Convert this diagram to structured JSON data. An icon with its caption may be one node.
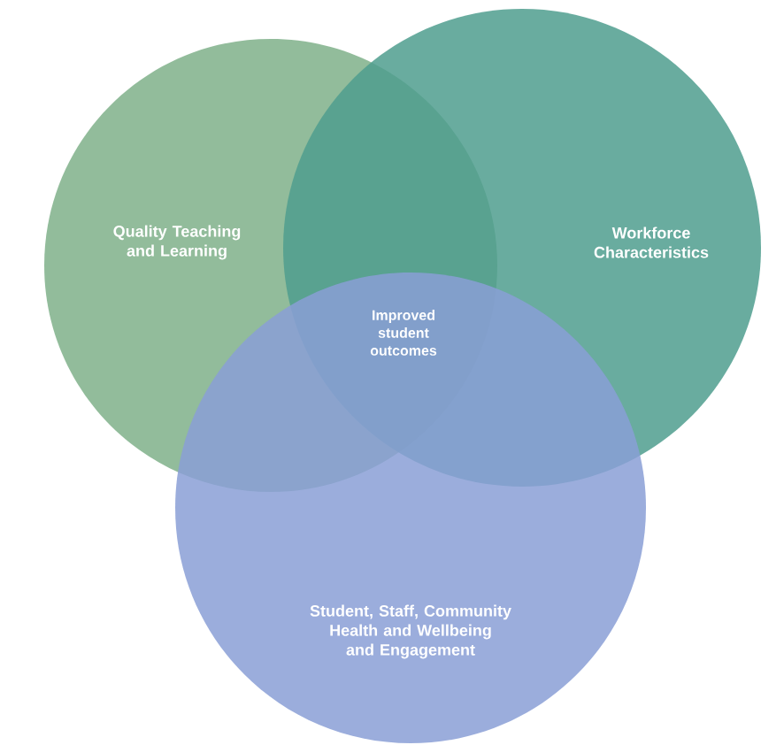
{
  "diagram": {
    "nodes": [
      {
        "text": [
          "Quality Teaching and Learning"
        ]
      },
      {
        "text": [
          "Workforce Characteristics"
        ]
      },
      {
        "text": [
          "Student, Staff, Community Health and Wellbeing and Engagement"
        ]
      }
    ],
    "labels": [
      "Improved student outcomes"
    ]
  }
}
